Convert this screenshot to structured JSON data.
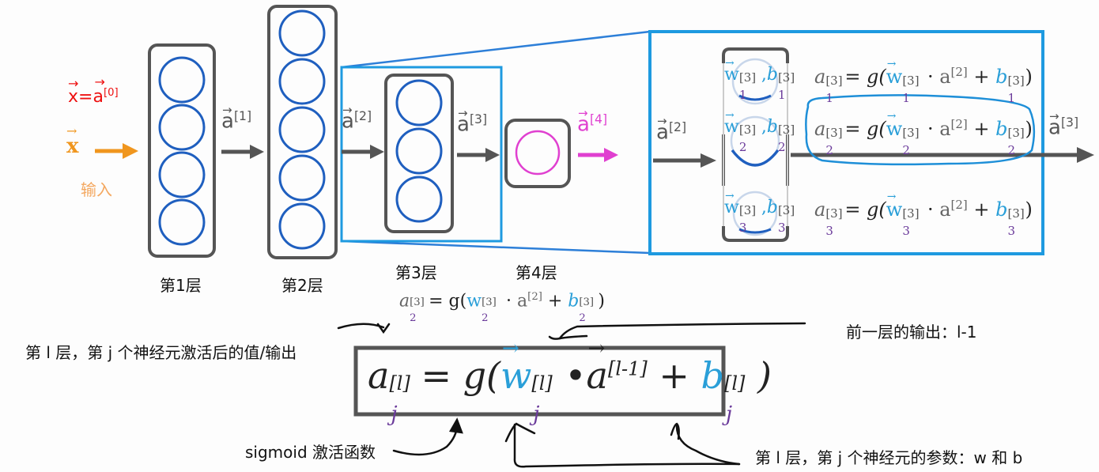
{
  "colors": {
    "neuron": "#1f5fbf",
    "layer_box": "#555555",
    "output_neuron": "#e040d0",
    "input": "#f0961e",
    "input_label": "#f4a860",
    "highlight_box": "#1e8fe0",
    "red_text": "#ee1111",
    "weight_blue": "#2a9fd8",
    "subscript_purple": "#6a3a9a"
  },
  "input": {
    "equation": "x=a[0]",
    "equation_x": "x",
    "equation_eq": "=",
    "equation_a": "a",
    "equation_sup": "[0]",
    "x_label": "x",
    "caption": "输入"
  },
  "layers": [
    {
      "label": "第1层",
      "neurons": 4
    },
    {
      "label": "第2层",
      "neurons": 5
    },
    {
      "label": "第3层",
      "neurons": 3
    },
    {
      "label": "第4层",
      "neurons": 1
    }
  ],
  "arrows": [
    {
      "base": "a",
      "sup": "[1]"
    },
    {
      "base": "a",
      "sup": "[2]"
    },
    {
      "base": "a",
      "sup": "[3]"
    },
    {
      "base": "a",
      "sup": "[4]"
    }
  ],
  "zoom_panel": {
    "input_arrow": {
      "base": "a",
      "sup": "[2]"
    },
    "output_arrow": {
      "base": "a",
      "sup": "[3]"
    },
    "neurons": [
      {
        "w": "w",
        "w_sub": "1",
        "w_sup": "[3]",
        "b": "b",
        "b_sub": "1",
        "b_sup": "[3]"
      },
      {
        "w": "w",
        "w_sub": "2",
        "w_sup": "[3]",
        "b": "b",
        "b_sub": "2",
        "b_sup": "[3]"
      },
      {
        "w": "w",
        "w_sub": "3",
        "w_sup": "[3]",
        "b": "b",
        "b_sub": "3",
        "b_sup": "[3]"
      }
    ],
    "equations": [
      {
        "a_sub": "1",
        "sup": "[3]",
        "prev": "[2]",
        "text_g": "= g(",
        "dot": " · ",
        "plus": " + ",
        "close": ")"
      },
      {
        "a_sub": "2",
        "sup": "[3]",
        "prev": "[2]",
        "text_g": "= g(",
        "dot": " · ",
        "plus": " + ",
        "close": ")"
      },
      {
        "a_sub": "3",
        "sup": "[3]",
        "prev": "[2]",
        "text_g": "= g(",
        "dot": " · ",
        "plus": " + ",
        "close": ")"
      }
    ]
  },
  "middle_equation": {
    "a_sub": "2",
    "sup": "[3]",
    "prev": "[2]",
    "text_g": "= g(",
    "dot": " · ",
    "plus": " + ",
    "close": ")"
  },
  "general_equation": {
    "a": "a",
    "a_sub": "j",
    "a_sup": "[l]",
    "eq_g": "= g(",
    "w": "w",
    "w_sub": "j",
    "w_sup": "[l]",
    "dot": "•",
    "prev_a": "a",
    "prev_sup": "[l-1]",
    "plus": "+",
    "b": "b",
    "b_sub": "j",
    "b_sup": "[l]",
    "close": ")"
  },
  "annotations": {
    "activation_output": "第 l 层，第 j 个神经元激活后的值/输出",
    "previous_output": "前一层的输出：l-1",
    "sigmoid": "sigmoid 激活函数",
    "parameters": "第 l 层，第 j 个神经元的参数：w 和 b"
  }
}
